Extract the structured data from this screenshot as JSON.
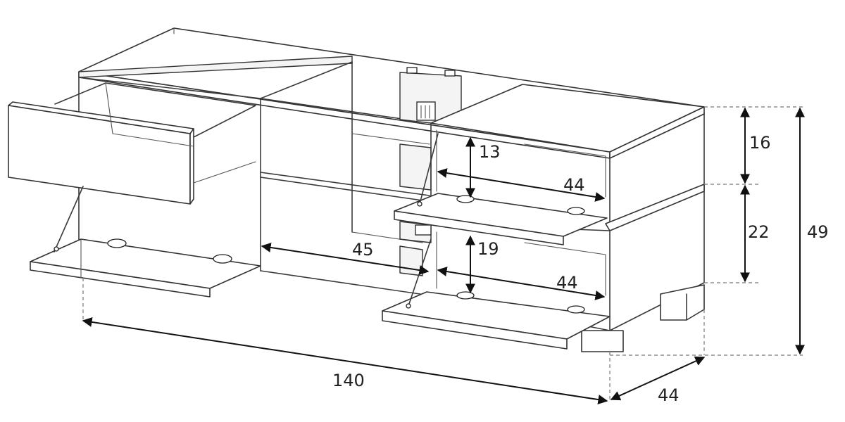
{
  "dimensions": {
    "overall_width": "140",
    "depth": "44",
    "overall_height": "49",
    "top_section_height": "16",
    "middle_section_height": "22",
    "upper_shelf_clearance": "13",
    "lower_shelf_clearance": "19",
    "upper_compartment_width": "44",
    "lower_compartment_width": "44",
    "open_compartment_width": "45"
  }
}
